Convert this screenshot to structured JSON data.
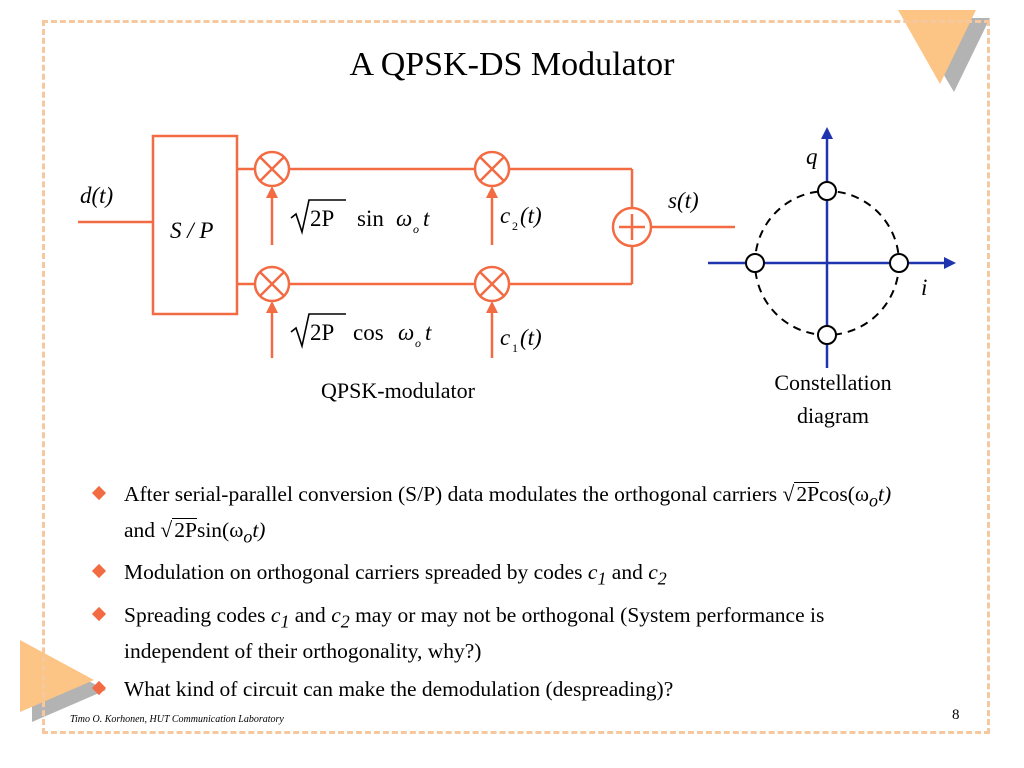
{
  "slide": {
    "title": "A QPSK-DS Modulator",
    "footer": "Timo O. Korhonen, HUT Communication Laboratory",
    "page_number": "8"
  },
  "diagram": {
    "input_label": "d(t)",
    "sp_label": "S / P",
    "output_label": "s(t)",
    "sin_carrier": "sin",
    "cos_carrier": "cos",
    "sqrt_term": "2P",
    "omega_t": "ω",
    "sub_o": "o",
    "t": "t",
    "code_c2": "c",
    "code_c2_sub": "2",
    "code_c1": "c",
    "code_c1_sub": "1",
    "code_t": "(t)",
    "caption_modulator": "QPSK-modulator",
    "constellation_q": "q",
    "constellation_i": "i",
    "caption_constellation_line1": "Constellation",
    "caption_constellation_line2": "diagram"
  },
  "bullets": [
    {
      "text_a": "After serial-parallel conversion (S/P) data modulates the orthogonal carriers",
      "text_b": "and",
      "cos_expr": "cos(ω",
      "sin_expr": "sin(ω",
      "close": "t)"
    },
    {
      "text": "Modulation on orthogonal carriers spreaded by codes",
      "c1": "c",
      "c1_sub": "1",
      "and": "and",
      "c2": "c",
      "c2_sub": "2"
    },
    {
      "text_a": "Spreading codes",
      "c1": "c",
      "c1_sub": "1",
      "and": "and",
      "c2": "c",
      "c2_sub": "2",
      "text_b": "may or may not be orthogonal (System performance is independent of their orthogonality, why?)"
    },
    {
      "text": "What kind of circuit can make the demodulation (despreading)?"
    }
  ],
  "colors": {
    "circuit": "#f26b43",
    "axis": "#1f35b0",
    "bullet": "#f26b43",
    "frame": "#f6c8a0",
    "corner_orange": "#fcc585",
    "corner_gray": "#b3b3b3"
  }
}
